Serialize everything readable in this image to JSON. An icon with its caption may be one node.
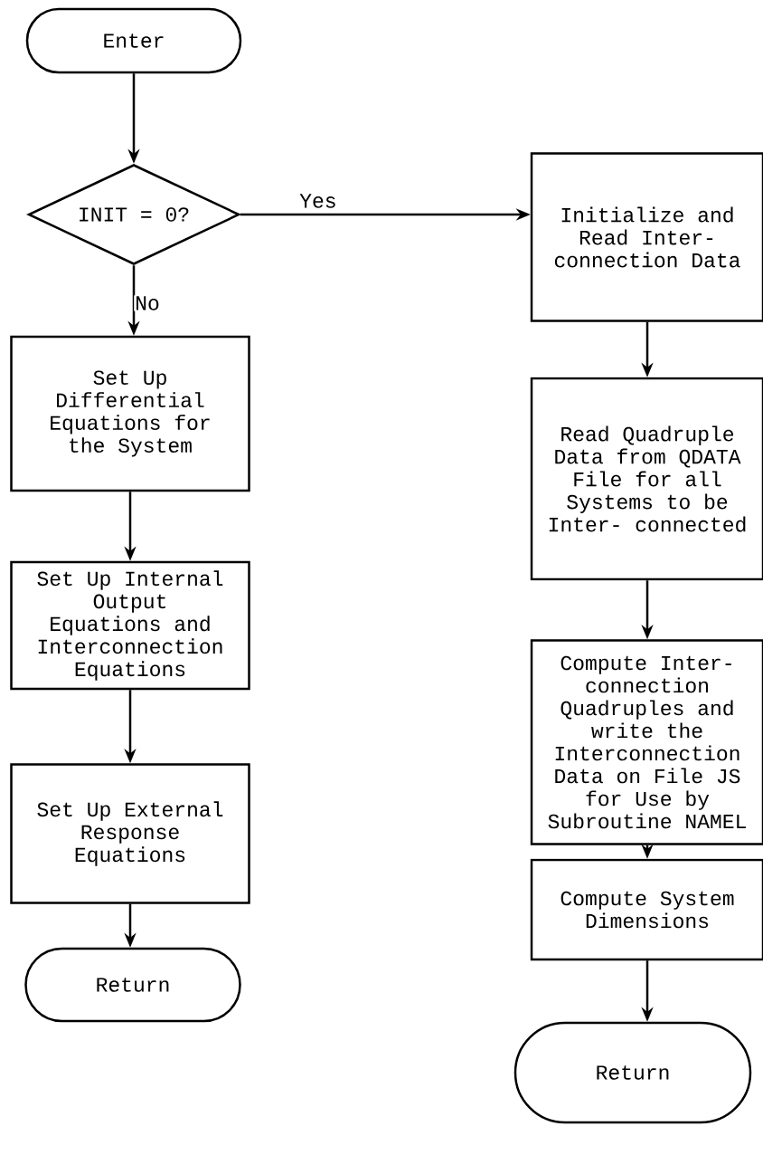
{
  "diagram": {
    "nodes": [
      {
        "text": [
          "Enter"
        ]
      },
      {
        "text": [
          "INIT = 0?"
        ]
      },
      {
        "text": [
          "Set Up Differential Equations for the System"
        ]
      },
      {
        "text": [
          "Set Up Internal Output Equations and Interconnection Equations"
        ]
      },
      {
        "text": [
          "Set Up External Response Equations"
        ]
      },
      {
        "text": [
          "Return"
        ]
      },
      {
        "text": [
          "Initialize and Read Inter- connection Data"
        ]
      },
      {
        "text": [
          "Read Quadruple Data from QDATA File for all Systems to be Inter- connected"
        ]
      },
      {
        "text": [
          "Compute Inter- connection Quadruples and write the Interconnection Data on File JS for Use by Subroutine NAMEL"
        ]
      },
      {
        "text": [
          "Compute System Dimensions"
        ]
      },
      {
        "text": [
          "Return"
        ]
      }
    ],
    "edges": [
      {
        "from": 0,
        "to": 1,
        "arrow": "to"
      },
      {
        "from": 1,
        "to": 2,
        "arrow": "to",
        "label": "No"
      },
      {
        "from": 1,
        "to": 6,
        "arrow": "to",
        "label": "Yes"
      },
      {
        "from": 2,
        "to": 3,
        "arrow": "to"
      },
      {
        "from": 3,
        "to": 4,
        "arrow": "to"
      },
      {
        "from": 4,
        "to": 5,
        "arrow": "to"
      },
      {
        "from": 6,
        "to": 7,
        "arrow": "to"
      },
      {
        "from": 7,
        "to": 8,
        "arrow": "to"
      },
      {
        "from": 8,
        "to": 9,
        "arrow": "to"
      },
      {
        "from": 9,
        "to": 10,
        "arrow": "to"
      }
    ]
  }
}
